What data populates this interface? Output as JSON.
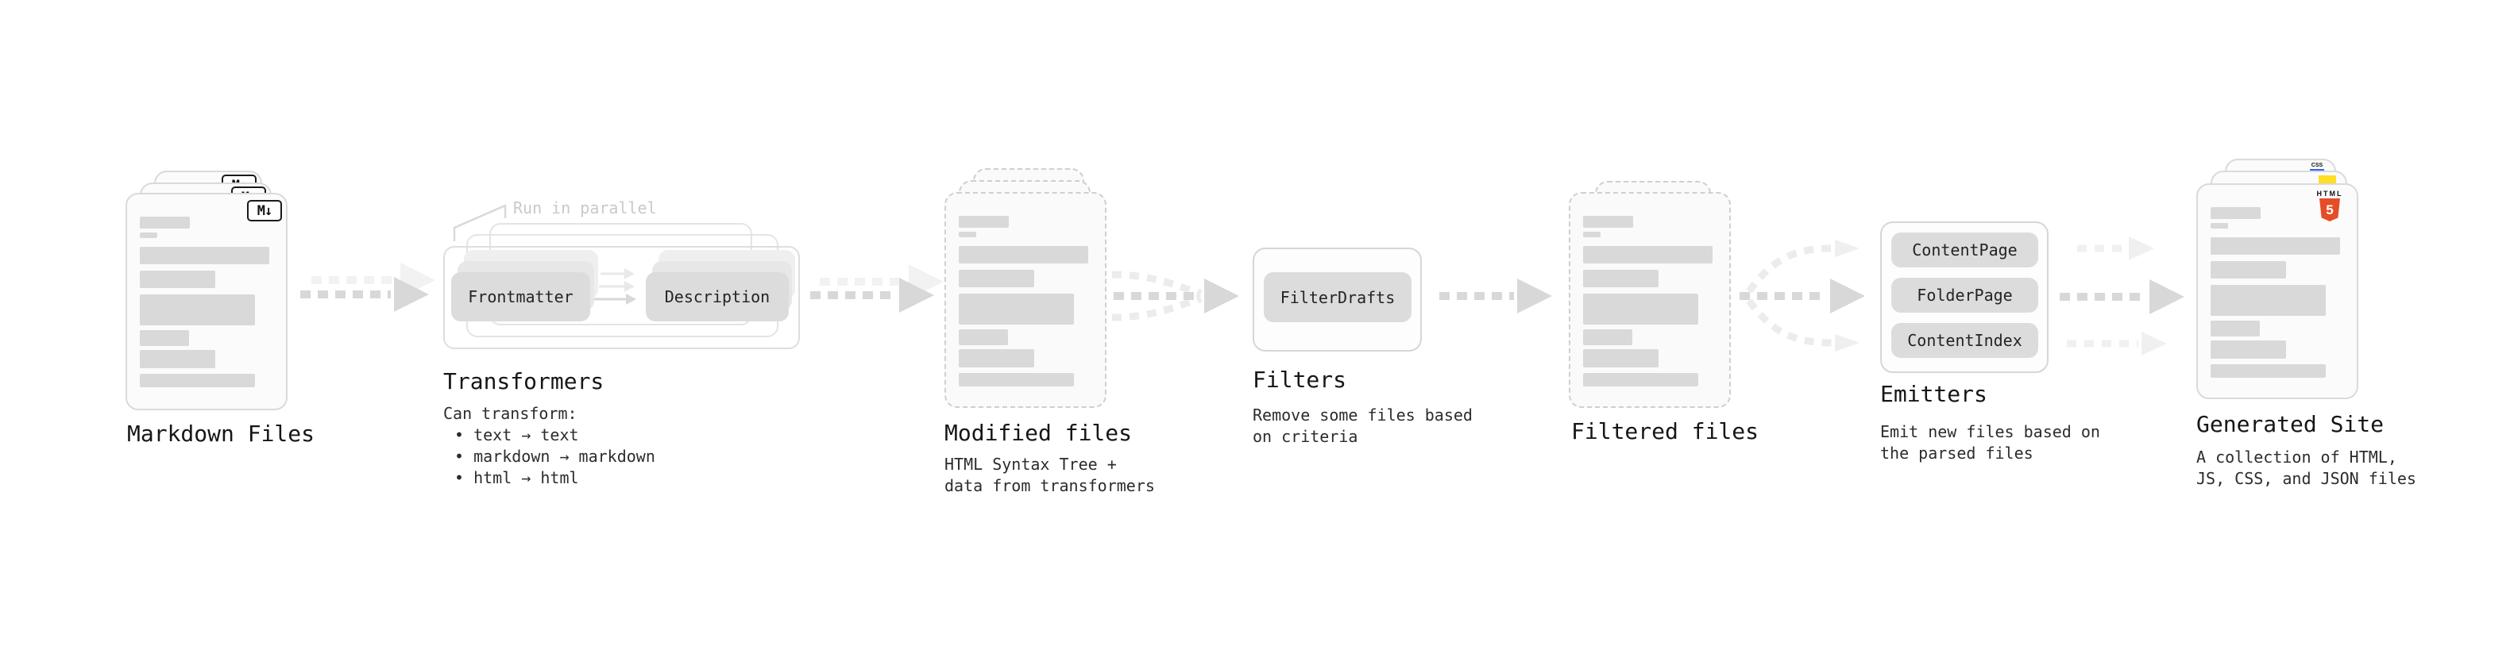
{
  "stages": {
    "markdown": {
      "label": "Markdown Files"
    },
    "transformers": {
      "label": "Transformers",
      "callout": "Run in parallel",
      "button_a": "Frontmatter",
      "button_b": "Description",
      "desc_title": "Can transform:",
      "bullets": [
        "• text → text",
        "• markdown → markdown",
        "• html → html"
      ]
    },
    "modified": {
      "label": "Modified files",
      "desc": "HTML Syntax Tree +\ndata from transformers"
    },
    "filters": {
      "label": "Filters",
      "button": "FilterDrafts",
      "desc": "Remove some files based\non criteria"
    },
    "filtered": {
      "label": "Filtered files"
    },
    "emitters": {
      "label": "Emitters",
      "buttons": [
        "ContentPage",
        "FolderPage",
        "ContentIndex"
      ],
      "desc": "Emit new files based on\nthe parsed files"
    },
    "generated": {
      "label": "Generated Site",
      "desc": "A collection of HTML,\nJS, CSS, and JSON files"
    }
  },
  "icons": {
    "markdown_badge": "M↓",
    "html5_text": "HTML",
    "html5_number": "5",
    "css_text": "CSS"
  },
  "colors": {
    "html5_orange": "#E44D26",
    "js_yellow": "#FFDE25",
    "css_blue": "#2B66F6",
    "arrow_dark": "#D8D8D8",
    "arrow_light": "#F0F0F0",
    "bar_gray": "#D9D9D9",
    "callout_gray": "#C9C9C9"
  }
}
